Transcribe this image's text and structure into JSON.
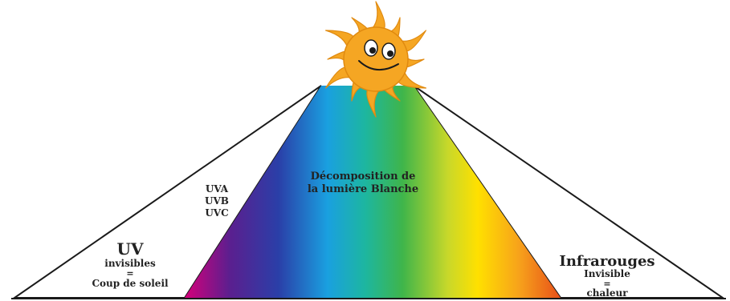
{
  "diagram": {
    "spectrum_title_line1": "Décomposition de",
    "spectrum_title_line2": "la lumière Blanche",
    "uv_subtypes": [
      "UVA",
      "UVB",
      "UVC"
    ],
    "uv": {
      "title": "UV",
      "line1": "invisibles",
      "line2": "=",
      "line3": "Coup de soleil"
    },
    "infrared": {
      "title": "Infrarouges",
      "line1": "Invisible",
      "line2": "=",
      "line3": "chaleur"
    },
    "colors": {
      "sun": "#f5a623",
      "sun_stroke": "#e08a10",
      "outline": "#1a1a1a",
      "spectrum": [
        "#d4007a",
        "#5b1f8f",
        "#2a3fa8",
        "#1aa0e0",
        "#1db6a0",
        "#3fb54a",
        "#c8d82a",
        "#ffe000",
        "#f7a21b",
        "#e8501a"
      ]
    },
    "sun_icon": "smiling-sun-icon"
  }
}
